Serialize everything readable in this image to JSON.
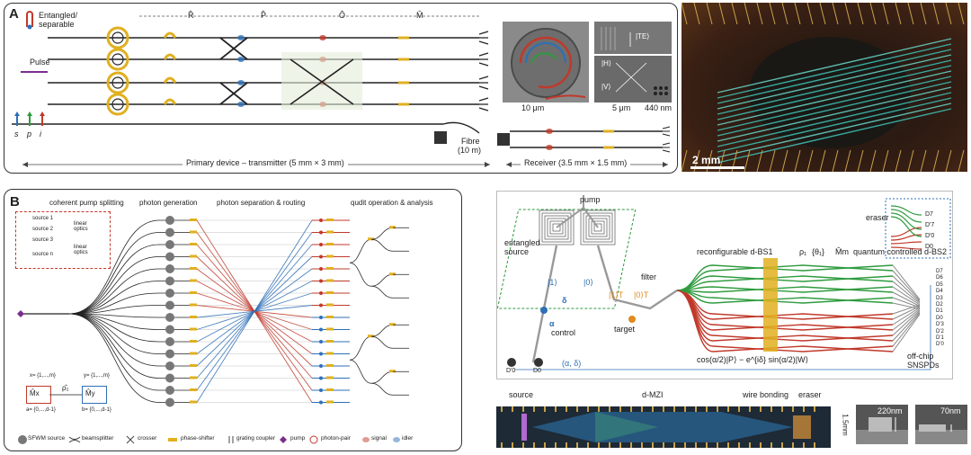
{
  "panelA": {
    "letter": "A",
    "legend_entangled": "Entangled/",
    "legend_separable": "separable",
    "pulse": "Pulse",
    "spi": [
      "s",
      "p",
      "i"
    ],
    "stages": [
      "R̂",
      "P̂",
      "Ô",
      "M̂"
    ],
    "fibre_line1": "Fibre",
    "fibre_line2": "(10 m)",
    "primary_label": "Primary device – transmitter (5 mm × 3 mm)",
    "receiver_label": "Receiver (3.5 mm × 1.5 mm)",
    "scale_ring": "10 μm",
    "scale_grating": "5 μm",
    "scale_dots": "440 nm",
    "te_label": "|TE⟩",
    "h_label": "|H⟩",
    "v_label": "|V⟩"
  },
  "photo_top": {
    "scale": "2 mm"
  },
  "panelB": {
    "letter": "B",
    "sections": [
      "coherent pump splitting",
      "photon generation",
      "photon separation & routing",
      "qudit operation & analysis"
    ],
    "inset_sources": [
      "source 1",
      "source 2",
      "source 3",
      "source n"
    ],
    "inset_optics": [
      "linear optics",
      "linear optics"
    ],
    "formula_x": "x= {1,...,m}",
    "formula_y": "y= {1,...,m}",
    "formula_mx": "M̂x",
    "formula_my": "M̂y",
    "formula_rho": "ρ̂₂",
    "formula_a": "a= {0,...,d-1}",
    "formula_b": "b= {0,...,d-1}",
    "legend": [
      "SFWM source",
      "beamsplitter",
      "crosser",
      "phase-shifter",
      "grating coupler",
      "pump",
      "photon-pair",
      "signal",
      "idler"
    ]
  },
  "panelC": {
    "pump": "pump",
    "entangled_source": [
      "entangled",
      "source"
    ],
    "filter": "filter",
    "control": "control",
    "target": "target",
    "bs1": "reconfigurable d-BS1",
    "rho": "ρ₁",
    "theta": "{θ₁}",
    "mm": "M̂m",
    "bs2": "quantum controlled d-BS2",
    "eraser": "eraser",
    "kets": [
      "|1⟩",
      "|0⟩",
      "|1⟩T",
      "|0⟩T"
    ],
    "alpha": "α",
    "delta": "δ",
    "ad": "(α, δ)",
    "formula": "cos(α/2)|P⟩ − e^{iδ} sin(α/2)|W⟩",
    "detectors_left": [
      "D'0",
      "D0"
    ],
    "detectors_top": [
      "D7",
      "D'7",
      "D'0",
      "D0"
    ],
    "detectors_right": [
      "D7",
      "D6",
      "D5",
      "D4",
      "D3",
      "D2",
      "D1",
      "D0",
      "D'3",
      "D'2",
      "D'1",
      "D'0"
    ],
    "snspd": [
      "off-chip",
      "SNSPDs"
    ]
  },
  "chip": {
    "source": "source",
    "mzi": "d-MZI",
    "wire": "wire bonding",
    "eraser": "eraser",
    "dim": "1.5mm",
    "sem1": "220nm",
    "sem2": "70nm"
  },
  "colors": {
    "signal": "#c0392b",
    "idler": "#2e6fb6",
    "green": "#2e9b3e",
    "gold": "#e0b020",
    "pump": "#7b2d8e"
  }
}
